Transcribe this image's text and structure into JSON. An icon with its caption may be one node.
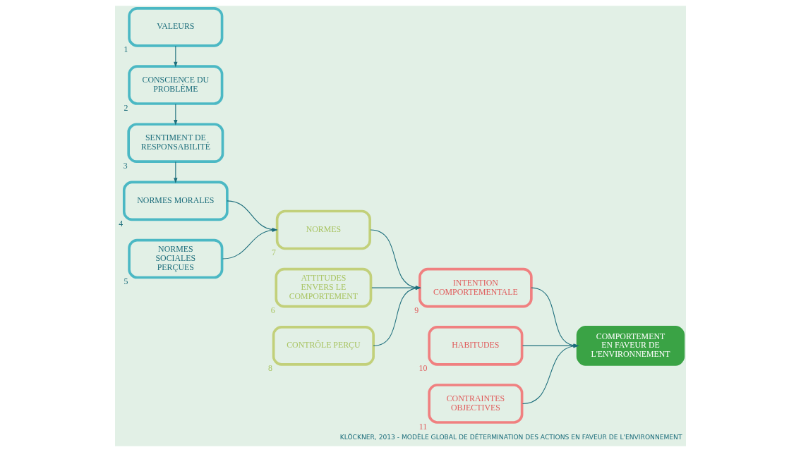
{
  "diagram": {
    "caption": "KLÖCKNER, 2013 - MODÈLE GLOBAL DE DÉTERMINATION DES ACTIONS EN FAVEUR DE L'ENVIRONNEMENT",
    "nodes": [
      {
        "text": [
          "VALEURS"
        ],
        "beside": [
          "1"
        ]
      },
      {
        "text": [
          "CONSCIENCE DU PROBLÈME"
        ],
        "beside": [
          "2"
        ]
      },
      {
        "text": [
          "SENTIMENT DE RESPONSABILITÉ"
        ],
        "beside": [
          "3"
        ]
      },
      {
        "text": [
          "NORMES MORALES"
        ],
        "beside": [
          "4"
        ]
      },
      {
        "text": [
          "NORMES SOCIALES PERÇUES"
        ],
        "beside": [
          "5"
        ]
      },
      {
        "text": [
          "ATTITUDES ENVERS LE COMPORTEMENT"
        ],
        "beside": [
          "6"
        ]
      },
      {
        "text": [
          "NORMES"
        ],
        "beside": [
          "7"
        ]
      },
      {
        "text": [
          "CONTRÔLE PERÇU"
        ],
        "beside": [
          "8"
        ]
      },
      {
        "text": [
          "INTENTION COMPORTEMENTALE"
        ],
        "beside": [
          "9"
        ]
      },
      {
        "text": [
          "HABITUDES"
        ],
        "beside": [
          "10"
        ]
      },
      {
        "text": [
          "CONTRAINTES OBJECTIVES"
        ],
        "beside": [
          "11"
        ]
      },
      {
        "text": [
          "COMPORTEMENT EN FAVEUR DE L'ENVIRONNEMENT"
        ]
      }
    ],
    "edges": [
      {
        "from": 0,
        "to": 1,
        "arrow": "to"
      },
      {
        "from": 1,
        "to": 2,
        "arrow": "to"
      },
      {
        "from": 2,
        "to": 3,
        "arrow": "to"
      },
      {
        "from": 3,
        "to": 6,
        "arrow": "to"
      },
      {
        "from": 4,
        "to": 6,
        "arrow": "to"
      },
      {
        "from": 5,
        "to": 8,
        "arrow": "to"
      },
      {
        "from": 6,
        "to": 8,
        "arrow": "to"
      },
      {
        "from": 7,
        "to": 8,
        "arrow": "to"
      },
      {
        "from": 8,
        "to": 11,
        "arrow": "to"
      },
      {
        "from": 9,
        "to": 11,
        "arrow": "to"
      },
      {
        "from": 10,
        "to": 11,
        "arrow": "to"
      }
    ]
  }
}
